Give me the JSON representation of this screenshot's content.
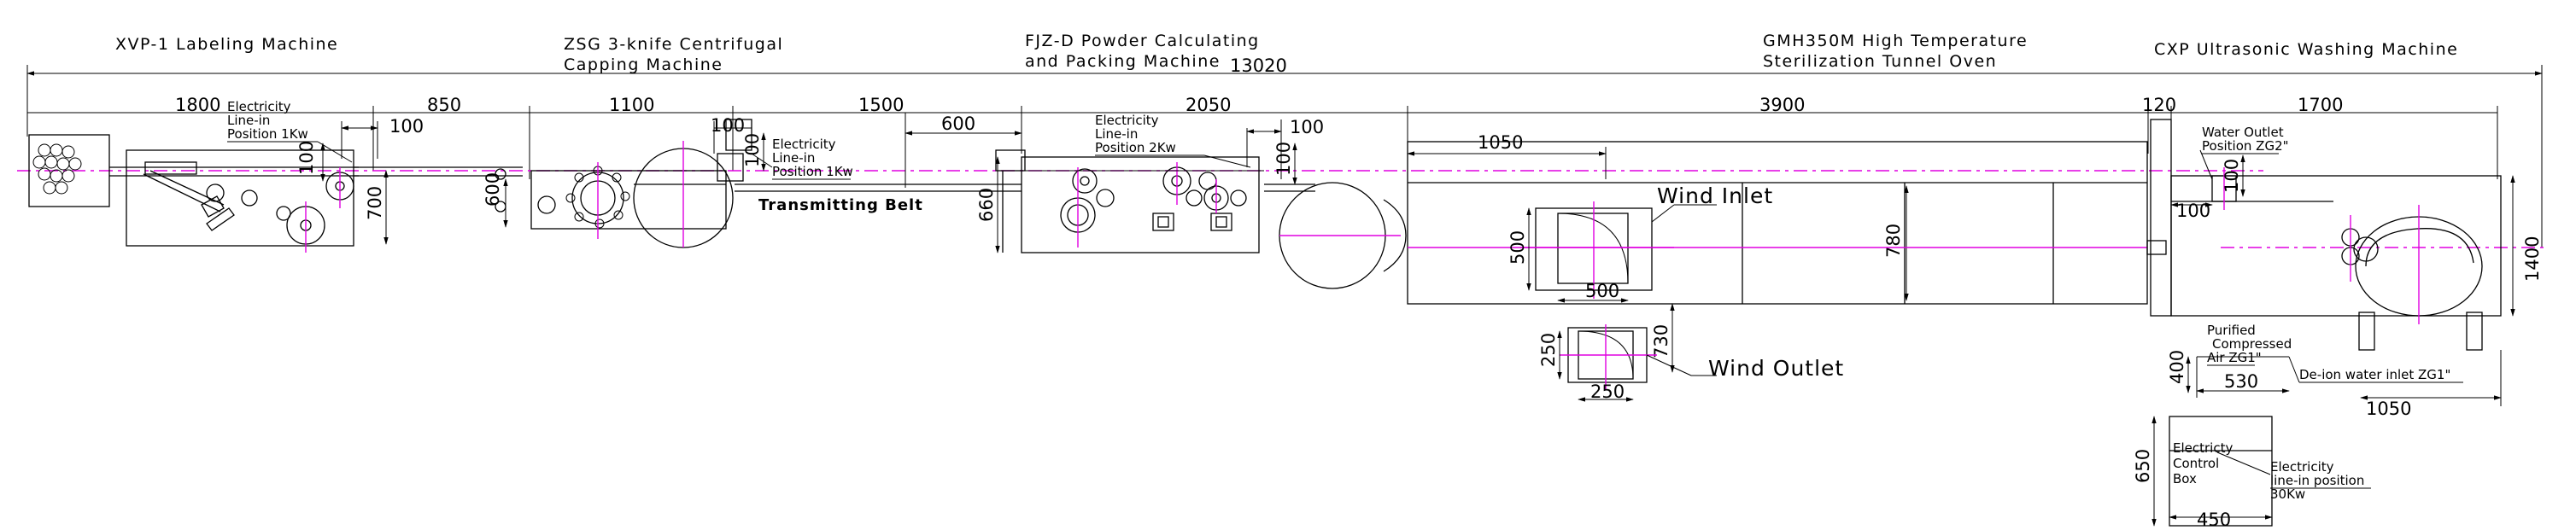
{
  "machines": {
    "labeling": "XVP-1 Labeling Machine",
    "capping_l1": "ZSG 3-knife Centrifugal",
    "capping_l2": "Capping Machine",
    "powder_l1": "FJZ-D Powder Calculating",
    "powder_l2": "and Packing Machine",
    "oven_l1": "GMH350M High Temperature",
    "oven_l2": "Sterilization Tunnel Oven",
    "washing": "CXP Ultrasonic Washing Machine"
  },
  "dims": {
    "total": "13020",
    "d1800": "1800",
    "d850": "850",
    "d1100": "1100",
    "d1500": "1500",
    "d2050": "2050",
    "d3900": "3900",
    "d120": "120",
    "d1700": "1700",
    "d100": "100",
    "d600": "600",
    "d700": "700",
    "d660": "660",
    "d1050": "1050",
    "d500": "500",
    "d780": "780",
    "d730": "730",
    "d250": "250",
    "d1400": "1400",
    "d400": "400",
    "d530": "530",
    "d650": "650",
    "d450": "450"
  },
  "notes": {
    "elec_1kw_l1": "Electricity",
    "elec_1kw_l2": "Line-in",
    "elec_1kw_l3": "Position 1Kw",
    "elec_cap_l1": "Electricity",
    "elec_cap_l2": "Line-in",
    "elec_cap_l3": "Position 1Kw",
    "elec_2kw_l1": "Electricity",
    "elec_2kw_l2": "Line-in",
    "elec_2kw_l3": "Position 2Kw",
    "belt": "Transmitting Belt",
    "wind_inlet": "Wind Inlet",
    "wind_outlet": "Wind Outlet",
    "water_outlet_l1": "Water Outlet",
    "water_outlet_l2": "Position ZG2\"",
    "air_l1": "Purified",
    "air_l2": "Compressed",
    "air_l3": "Air ZG1\"",
    "deion": "De-ion water inlet ZG1\"",
    "box_l1": "Electricty",
    "box_l2": "Control",
    "box_l3": "Box",
    "elec_30_l1": "Electricity",
    "elec_30_l2": "line-in position",
    "elec_30_l3": "30Kw"
  },
  "colors": {
    "line": "#000000",
    "centerline": "#e000e0"
  }
}
